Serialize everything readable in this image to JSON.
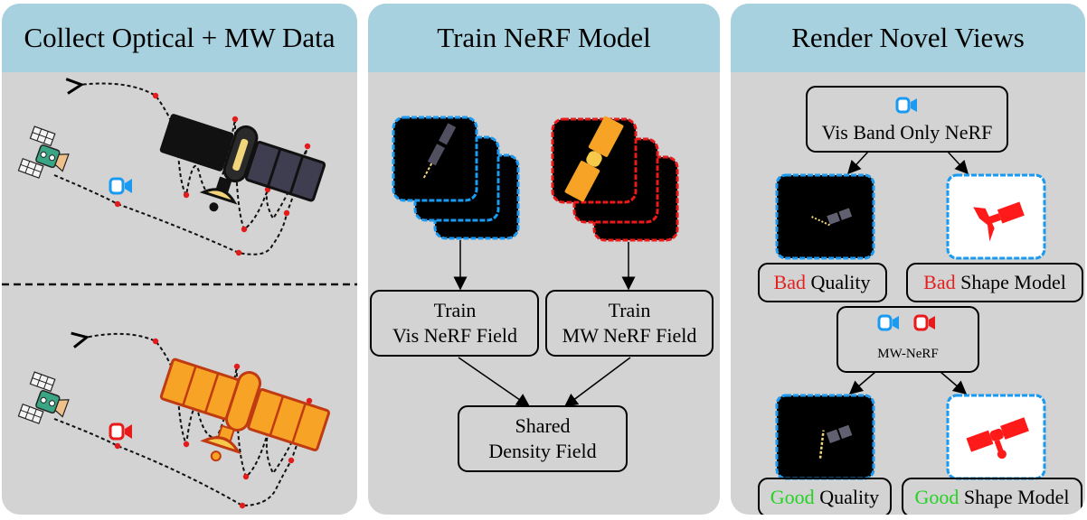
{
  "panels": {
    "collect": {
      "title": "Collect Optical + MW Data"
    },
    "train": {
      "title": "Train NeRF Model",
      "vis_field": {
        "line1": "Train",
        "line2": "Vis NeRF Field"
      },
      "mw_field": {
        "line1": "Train",
        "line2": "MW NeRF Field"
      },
      "shared": {
        "line1": "Shared",
        "line2": "Density Field"
      }
    },
    "render": {
      "title": "Render Novel Views",
      "vis_only": {
        "label": "Vis Band Only NeRF"
      },
      "mwnerf": {
        "label": "MW-NeRF"
      },
      "bad_quality": {
        "word": "Bad",
        "rest": " Quality"
      },
      "bad_shape": {
        "word": "Bad",
        "rest": " Shape Model"
      },
      "good_quality": {
        "word": "Good",
        "rest": " Quality"
      },
      "good_shape": {
        "word": "Good",
        "rest": " Shape Model"
      }
    }
  },
  "colors": {
    "header": "#a7d1de",
    "panel": "#d3d3d3",
    "vis_blue": "#1a9af0",
    "mw_red": "#e81a1a",
    "bad_red": "#e52020",
    "good_green": "#22d322",
    "mw_orange": "#f7a325"
  },
  "icons": [
    "satellite-icon",
    "camera-icon",
    "space-station-icon",
    "arrow-icon"
  ]
}
